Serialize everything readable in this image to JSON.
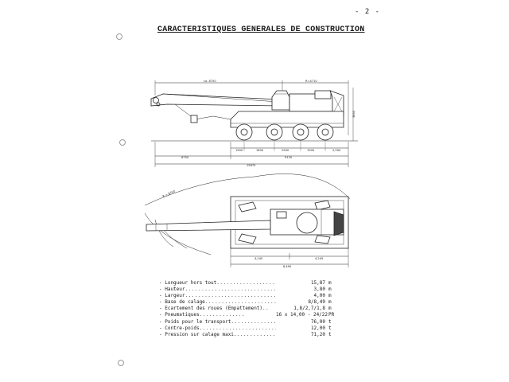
{
  "page": {
    "number": "- 2 -"
  },
  "title": "CARACTERISTIQUES GENERALES DE CONSTRUCTION",
  "side_view": {
    "dimensions": {
      "boom_length": "ca. 8750",
      "rear_length": "R=4710",
      "height": "3800",
      "axle_spacings": [
        "1900",
        "1800",
        "2900",
        "1900",
        "2,500"
      ],
      "front_overhang": "6750",
      "overall_length": "15870",
      "wheelbase": "9120"
    }
  },
  "top_view": {
    "dimensions": {
      "swing_radius": "R = 8750",
      "half_left": "4,245",
      "half_right": "4,245",
      "total_width": "8,490"
    }
  },
  "specs": [
    {
      "label": "- Longueur hors tout",
      "dots": "......................",
      "value": "15,87",
      "unit": "m"
    },
    {
      "label": "- Hauteur",
      "dots": ".................................",
      "value": "3,80",
      "unit": "m"
    },
    {
      "label": "- Largeur",
      "dots": ".................................",
      "value": "4,00",
      "unit": "m"
    },
    {
      "label": "- Base de calage",
      "dots": "...........................",
      "value": "8/8,49",
      "unit": "m"
    },
    {
      "label": "- Ecartement des roues (Empattement)",
      "dots": "..",
      "value": "1,8/2,7/1,8",
      "unit": "m"
    },
    {
      "label": "- Pneumatiques",
      "dots": "..............",
      "value": "16 x 14,00 - 24/22",
      "unit": "PR"
    },
    {
      "label": "- Poids pour le transport",
      "dots": "...................",
      "value": "76,00",
      "unit": "t"
    },
    {
      "label": "- Contre-poids",
      "dots": "............................",
      "value": "12,00",
      "unit": "t"
    },
    {
      "label": "- Pression sur calage maxi.",
      "dots": ".................",
      "value": "71,20",
      "unit": "t"
    }
  ]
}
